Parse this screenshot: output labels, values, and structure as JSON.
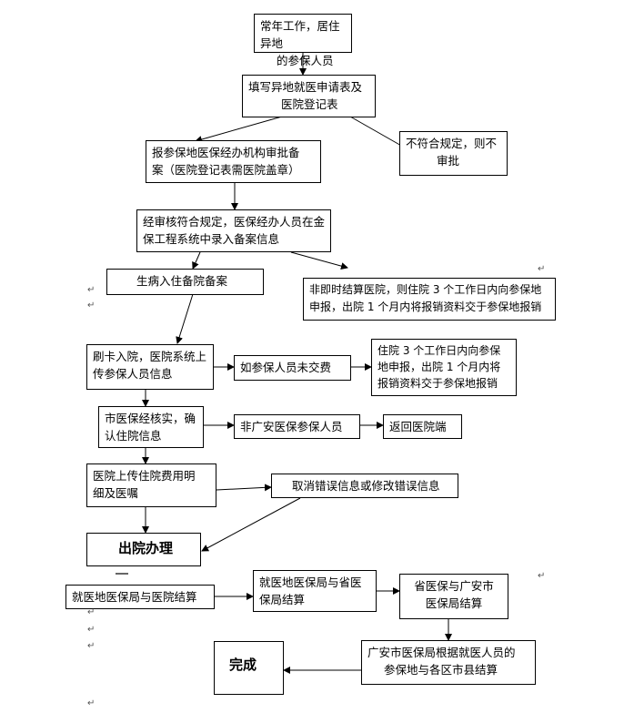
{
  "nodes": {
    "n1": [
      "常年工作，居住异地",
      "的参保人员"
    ],
    "n2": [
      "填写异地就医申请表及",
      "医院登记表"
    ],
    "n3": [
      "报参保地医保经办机构审批备",
      "案（医院登记表需医院盖章）"
    ],
    "n4": [
      "不符合规定，则不",
      "审批"
    ],
    "n5": [
      "经审核符合规定，医保经办人员在金",
      "保工程系统中录入备案信息"
    ],
    "n6": [
      "生病入住备院备案"
    ],
    "n7": [
      "非即时结算医院，则住院 3 个工作日内向参保地",
      "申报，出院 1 个月内将报销资料交于参保地报销"
    ],
    "n8": [
      "刷卡入院，医院系统上",
      "传参保人员信息"
    ],
    "n9": [
      "如参保人员未交费"
    ],
    "n10": [
      "住院 3 个工作日内向参保",
      "地申报，出院 1 个月内将",
      "报销资料交于参保地报销"
    ],
    "n11": [
      "市医保经核实，确",
      "认住院信息"
    ],
    "n12": [
      "非广安医保参保人员"
    ],
    "n13": [
      "返回医院端"
    ],
    "n14": [
      "医院上传住院费用明",
      "细及医嘱"
    ],
    "n15": [
      "取消错误信息或修改错误信息"
    ],
    "n16": [
      "出院办理"
    ],
    "n17": [
      "就医地医保局与医院结算"
    ],
    "n18": [
      "就医地医保局与省医",
      "保局结算"
    ],
    "n19": [
      "省医保与广安市",
      "医保局结算"
    ],
    "n20": [
      "广安市医保局根据就医人员的",
      "参保地与各区市县结算"
    ],
    "n21": [
      "完成"
    ]
  },
  "paragraph_mark": "↵"
}
